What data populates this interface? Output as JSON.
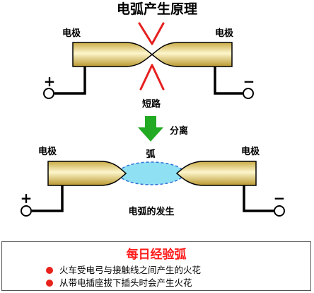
{
  "title": "电弧产生原理",
  "top": {
    "left_label": "电极",
    "right_label": "电极",
    "plus": "+",
    "minus": "−",
    "caption": "短路"
  },
  "transition": {
    "label": "分离"
  },
  "bottom": {
    "arc_label": "弧",
    "left_label": "电极",
    "right_label": "电极",
    "plus": "+",
    "minus": "−",
    "caption": "电弧的发生"
  },
  "info": {
    "title": "每日经验弧",
    "items": [
      "火车受电弓与接触线之间产生的火花",
      "从带电插座拔下插头时会产生火花"
    ]
  },
  "colors": {
    "electrode_light": "#fbf1bd",
    "electrode_dark": "#c8a83e",
    "spark": "#e62020",
    "arrow": "#22aa22",
    "arc_fill": "#8fe0f2",
    "arc_border": "#2c6fd6",
    "accent": "#ff1a1a"
  },
  "icons": [
    "spark-icon",
    "down-arrow-icon",
    "terminal-icon",
    "bullet-dot-icon"
  ]
}
